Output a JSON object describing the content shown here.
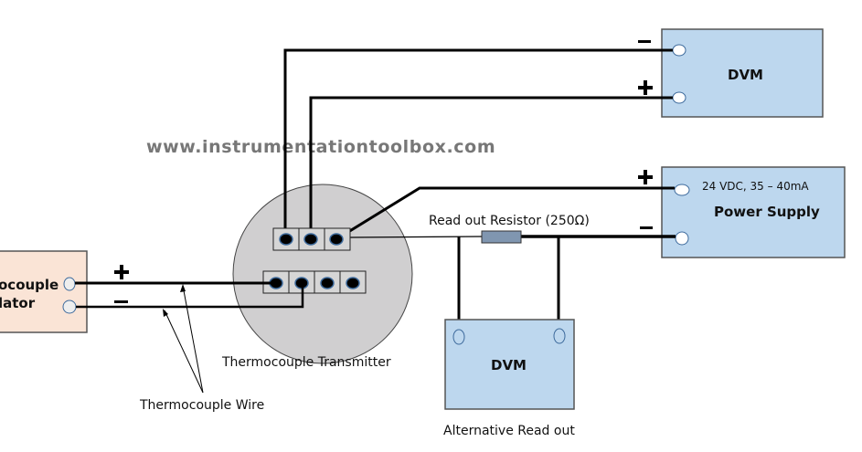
{
  "watermark": "www.instrumentationtoolbox.com",
  "simulator": {
    "label_line1": "ocouple",
    "label_line2": "lator",
    "fill": "#fae4d6"
  },
  "transmitter": {
    "label": "Thermocouple Transmitter",
    "fill": "#d0cfd0"
  },
  "thermocouple_wire": {
    "label": "Thermocouple Wire"
  },
  "dvm_top": {
    "label": "DVM",
    "fill": "#bdd7ee"
  },
  "power_supply": {
    "rating": "24 VDC, 35 – 40mA",
    "label": "Power Supply",
    "fill": "#bdd7ee"
  },
  "resistor": {
    "label": "Read out Resistor (250Ω)",
    "fill": "#8096b0"
  },
  "dvm_bottom": {
    "label": "DVM",
    "caption": "Alternative Read out",
    "fill": "#bdd7ee"
  },
  "polarity": {
    "plus": "+",
    "minus": "−"
  }
}
